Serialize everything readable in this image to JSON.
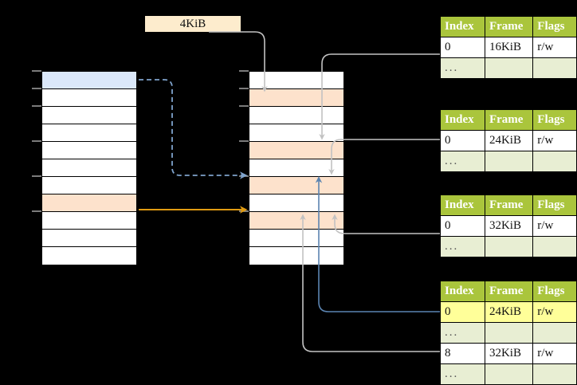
{
  "diagram": {
    "title_label": "4KiB",
    "colors": {
      "header_green": "#aac53c",
      "ellipsis_row": "#e8eed3",
      "highlight_yellow": "#ffff99",
      "peach_row": "#fde2cc",
      "blue_row": "#dbe8fa",
      "orange_arrow": "#e09b12",
      "blue_arrow": "#5b84b1",
      "gray_wire": "#c9c9c9",
      "background": "#000000"
    }
  },
  "left_column": {
    "name": "virtual-address-space",
    "rows": [
      {
        "label": "",
        "fill": "blue"
      },
      {
        "label": "",
        "fill": "white"
      },
      {
        "label": "",
        "fill": "white"
      },
      {
        "label": "",
        "fill": "white"
      },
      {
        "label": "",
        "fill": "white"
      },
      {
        "label": "",
        "fill": "white"
      },
      {
        "label": "",
        "fill": "white"
      },
      {
        "label": "",
        "fill": "peach"
      },
      {
        "label": "",
        "fill": "white"
      },
      {
        "label": "",
        "fill": "white"
      },
      {
        "label": "",
        "fill": "white"
      }
    ]
  },
  "middle_column": {
    "name": "physical-memory",
    "rows": [
      {
        "label": "",
        "fill": "white"
      },
      {
        "label": "",
        "fill": "peach"
      },
      {
        "label": "",
        "fill": "white"
      },
      {
        "label": "",
        "fill": "white"
      },
      {
        "label": "",
        "fill": "peach"
      },
      {
        "label": "",
        "fill": "white"
      },
      {
        "label": "",
        "fill": "peach"
      },
      {
        "label": "",
        "fill": "white"
      },
      {
        "label": "",
        "fill": "peach"
      },
      {
        "label": "",
        "fill": "white"
      },
      {
        "label": "",
        "fill": "white"
      }
    ]
  },
  "page_tables": [
    {
      "name": "page-table-1",
      "headers": [
        "Index",
        "Frame",
        "Flags"
      ],
      "rows": [
        {
          "cells": [
            "0",
            "16KiB",
            "r/w"
          ],
          "kind": "data",
          "highlight": [
            false,
            false,
            false
          ]
        },
        {
          "cells": [
            "...",
            "",
            ""
          ],
          "kind": "ellipsis",
          "highlight": [
            false,
            false,
            false
          ]
        }
      ]
    },
    {
      "name": "page-table-2",
      "headers": [
        "Index",
        "Frame",
        "Flags"
      ],
      "rows": [
        {
          "cells": [
            "0",
            "24KiB",
            "r/w"
          ],
          "kind": "data",
          "highlight": [
            false,
            false,
            false
          ]
        },
        {
          "cells": [
            "...",
            "",
            ""
          ],
          "kind": "ellipsis",
          "highlight": [
            false,
            false,
            false
          ]
        }
      ]
    },
    {
      "name": "page-table-3",
      "headers": [
        "Index",
        "Frame",
        "Flags"
      ],
      "rows": [
        {
          "cells": [
            "0",
            "32KiB",
            "r/w"
          ],
          "kind": "data",
          "highlight": [
            false,
            false,
            false
          ]
        },
        {
          "cells": [
            "...",
            "",
            ""
          ],
          "kind": "ellipsis",
          "highlight": [
            false,
            false,
            false
          ]
        }
      ]
    },
    {
      "name": "page-table-4",
      "headers": [
        "Index",
        "Frame",
        "Flags"
      ],
      "rows": [
        {
          "cells": [
            "0",
            "24KiB",
            "r/w"
          ],
          "kind": "data",
          "highlight": [
            true,
            true,
            true
          ]
        },
        {
          "cells": [
            "...",
            "",
            ""
          ],
          "kind": "ellipsis",
          "highlight": [
            false,
            false,
            false
          ]
        },
        {
          "cells": [
            "8",
            "32KiB",
            "r/w"
          ],
          "kind": "data",
          "highlight": [
            false,
            false,
            false
          ]
        },
        {
          "cells": [
            "...",
            "",
            ""
          ],
          "kind": "ellipsis",
          "highlight": [
            false,
            false,
            false
          ]
        }
      ]
    }
  ]
}
